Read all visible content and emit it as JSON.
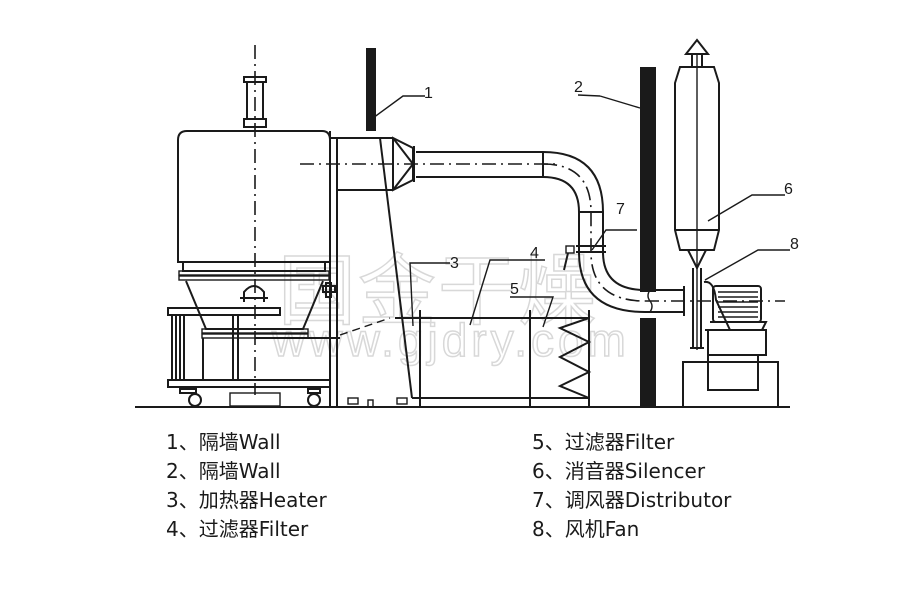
{
  "diagram": {
    "title_hidden": "",
    "watermark": {
      "chinese": "国金干燥",
      "url": "www.gjdry.com"
    },
    "callouts": [
      "1",
      "2",
      "3",
      "4",
      "5",
      "6",
      "7",
      "8"
    ]
  },
  "legend": {
    "left": [
      {
        "num": "1、",
        "cn": "隔墙",
        "en": "Wall"
      },
      {
        "num": "2、",
        "cn": "隔墙",
        "en": "Wall"
      },
      {
        "num": "3、",
        "cn": "加热器",
        "en": "Heater"
      },
      {
        "num": "4、",
        "cn": "过滤器",
        "en": "Filter"
      }
    ],
    "right": [
      {
        "num": "5、",
        "cn": "过滤器",
        "en": "Filter"
      },
      {
        "num": "6、",
        "cn": "消音器",
        "en": "Silencer"
      },
      {
        "num": "7、",
        "cn": "调风器",
        "en": "Distributor"
      },
      {
        "num": "8、",
        "cn": "风机",
        "en": "Fan"
      }
    ]
  },
  "colors": {
    "line": "#1a1a1a",
    "background": "#ffffff",
    "watermark": "#d8d8d8"
  }
}
